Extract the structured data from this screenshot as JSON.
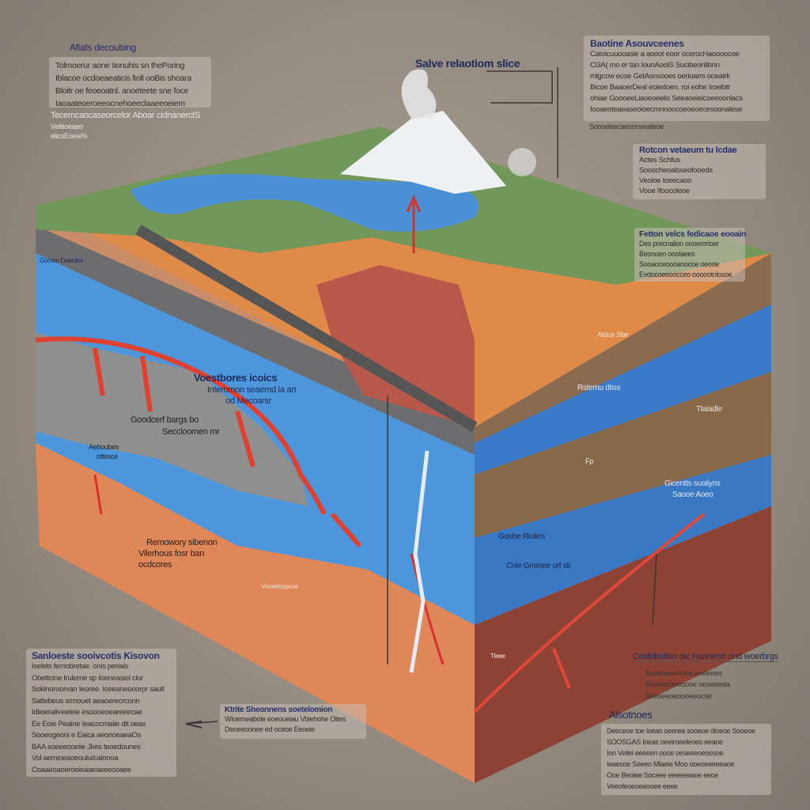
{
  "top_left": {
    "heading": "Afiats decoubing",
    "lines": [
      "Tolmoerur aone Iionuhis sn thePoring",
      "Iblacoe ocdoeaeaticis fioll ooBis shoara",
      "Bloitr oe feoeoatnl. anoeteete sne foce",
      "Iaoaateoeroeeocnehoeeclaaeeoeiem"
    ],
    "sub": "Tecemcaocaseorcelor Aboar cidnanerctS",
    "sub_lines": [
      "Veiltioeaen",
      "elicoEoeai%"
    ]
  },
  "top_center": {
    "label": "Salve relaotiom slice"
  },
  "top_right": {
    "title": "Baotine Asouvceenes",
    "lines": [
      "Catoicuuooasie a  aooot eoor ocerocHaoooocoe",
      "Cl3A( mo er tan IounAoolS  Sucibeonlibnn",
      "mlgcow ecoe GetAsnsooes oerioarrs oceatrk",
      "Bicoe BaaoerDeal  eoiedoen. roi eohe Iroeibtr",
      "ohiae GoooeeLiaoeoeelis Seeaoeieicoeeoonlacs",
      "Iooaeoteaeaseoioecmnnoocoeoeoecesoonalese"
    ],
    "sub": "Sooseleecaeoonseaileoe"
  },
  "right_box_1": {
    "title": "Rotcon vetaeum tu Icdae",
    "lines": [
      "Actes Schfus",
      "Sooscheoaloseofooeds",
      "Veoioe toeecaoo",
      "Vooe Ifoocoleoe"
    ]
  },
  "right_box_2": {
    "title": "Fetton velcs fedicaoe eooain",
    "lines": [
      "Des precnalion oooerorioer",
      "Beonoen ooolaees",
      "Sooaoceoooanocoe oeooe",
      "Evdocoeeoocceo oooootnlosoe"
    ]
  },
  "diagram_labels": {
    "left_edge": "Gomen Daerdes",
    "voestbores": "Voestbores icoics",
    "voestbores_sub1": "Interomon seaemd la art",
    "voestbores_sub2": "od Mecoarsr",
    "goodcerf": "Goodcerf bargs bo",
    "goodcerf_sub": "Seccloomen mr",
    "aeboubes": "Aeboubes",
    "aeboubes_sub": "ottesce",
    "remowory": "Remowory sibenon",
    "remowory_sub1": "Vilerhous fosr ban",
    "remowory_sub2": "ocdcores",
    "small_orange": "Voreeroopeoe",
    "adtuo": "Atdue Sbe",
    "rstemu": "Rstemu dtiss",
    "tlaiadle": "Tlaiadle",
    "gicentts": "Gicentts suoiiyns",
    "gicentts_sub": "Saooe Aoeo",
    "gouhe": "Gouhe Riolies",
    "cnie": "Cnie Gmmee orf sti",
    "fp": "Fp",
    "lower_right": "Tleee"
  },
  "bottom_left": {
    "title": "Sanloeste sooivcotis Kisovon",
    "lines": [
      "Iselets femobretae. onis periais",
      "Obettcine  Irulerne sp toeneasiel clor",
      "Sokinoroorvan Ieoree. Iceeaneooorpr sault",
      "Sattebeus srmouet aeaoerecrconn",
      "Idiioeraliveeteie  esoooeoeareeecae",
      "Ee Eoie Peaine Ieacocmaiie dit oeas",
      "Sooeogeoni e Eaica aeorioeaeaOs",
      "BAA soeeeooeiie Jkes teoedounes",
      "Vol aemioeaoeoulu/calonoa",
      "Coaaeoaoeroeieaaeaeeeooaee"
    ]
  },
  "bottom_center": {
    "title": "Ktrite Sheonnens soetelomion",
    "lines": [
      "Wloemeabole eoeoueiau Vbiehohe Oites",
      "Deoeeoonee ed oceoe Eeoeie"
    ]
  },
  "bottom_right_label": {
    "title": "Contribution otc Harinerm ond woerbrgs",
    "lines": [
      "Sooeoeooeooe eoeeees",
      "Seeeaeooeoooe ooseeeaa",
      "Seeoeeoeoooeeocse"
    ]
  },
  "bottom_right": {
    "title": "Alsotnoes",
    "lines": [
      "Deeceoe toe loeao oeerea sooeoe dioeoe  Sooeoe",
      "SOOSGAS  Ioeas oeeiroeeleoeo eeaoe",
      "Ion Vellei eeeeen oooe oeseeeoeoosoe",
      "Ieaecoe Seeeo Mlaeie Moo ooeoeeeeeaoe",
      "Ooe Beoiee Soceee eeeeeeaoe eeoe",
      "Veeofeoeoeaooee eeee"
    ]
  },
  "colors": {
    "sky_bg": "#968c82",
    "grass": "#6f9a5a",
    "water": "#4a8fd6",
    "magma": "#d1543d",
    "crust_orange": "#e08a4a",
    "gray_plate": "#8e8e8e",
    "brown": "#8a6a4e",
    "dark_red": "#8e3f33"
  },
  "icons": [
    "volcano",
    "ash-plume",
    "lava-channel",
    "arrow-up",
    "arrow-left"
  ]
}
